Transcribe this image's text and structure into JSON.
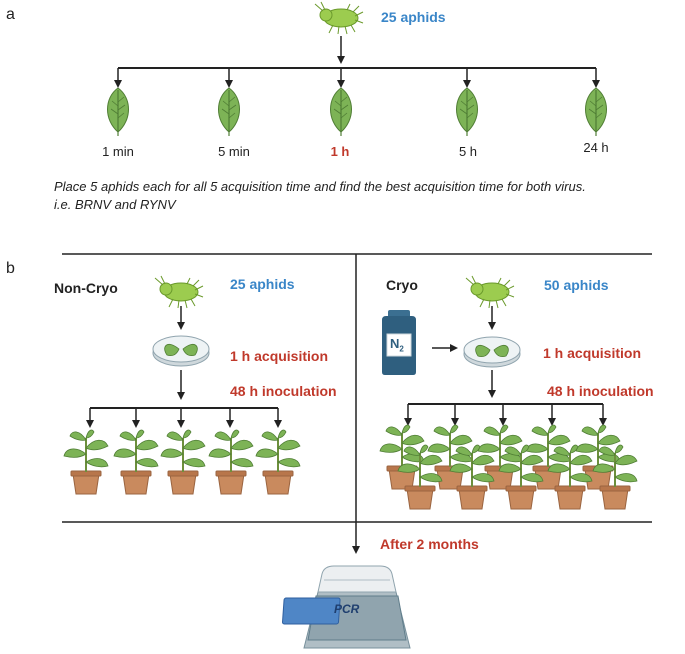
{
  "panel_a": {
    "label": "a",
    "aphid_count": "25 aphids",
    "times": [
      "1 min",
      "5 min",
      "1 h",
      "5 h",
      "24 h"
    ],
    "highlight_index": 2,
    "note_line1": "Place 5 aphids each for all 5 acquisition time and find the best acquisition time for both virus.",
    "note_line2": "i.e. BRNV and RYNV"
  },
  "panel_b": {
    "label": "b",
    "non_cryo": {
      "title": "Non-Cryo",
      "aphid_count": "25 aphids",
      "acquisition": "1 h acquisition",
      "inoculation": "48 h inoculation"
    },
    "cryo": {
      "title": "Cryo",
      "aphid_count": "50 aphids",
      "acquisition": "1 h acquisition",
      "inoculation": "48 h inoculation",
      "tank_label": "N",
      "tank_sub": "2"
    },
    "after": "After 2 months",
    "pcr_label": "PCR"
  },
  "colors": {
    "blue": "#3a86c8",
    "red": "#c0392b",
    "leaf": "#7db356",
    "pot": "#c98a5e",
    "tank": "#2f5f7f"
  }
}
